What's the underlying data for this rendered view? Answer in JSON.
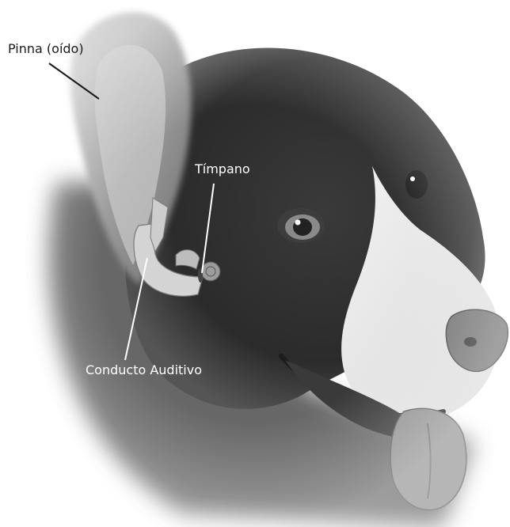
{
  "labels": {
    "pinna": "Pinna (oído)",
    "timpano": "Tímpano",
    "conducto": "Conducto Auditivo"
  },
  "colors": {
    "fur_dark": "#2b2b2b",
    "fur_mid": "#4a4a4a",
    "fur_light": "#e6e6e6",
    "ear_inner": "#b9b9b9",
    "canal_fill": "#d0d0d0",
    "nose": "#6f6f6f",
    "tongue": "#8a8a8a",
    "leader_line_dark": "#1a1a1a",
    "leader_line_light": "#ffffff"
  }
}
